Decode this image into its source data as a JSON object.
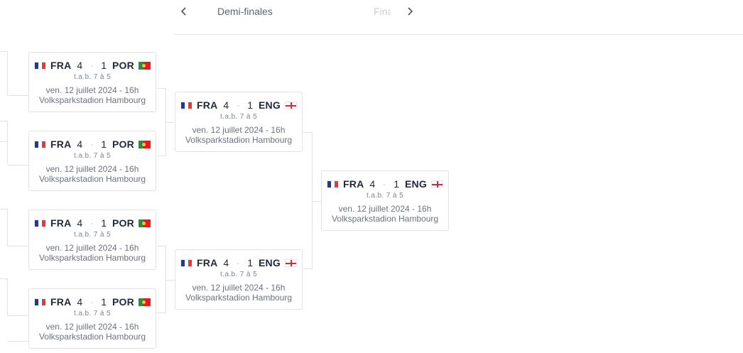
{
  "nav": {
    "prev_icon": "chevron-left-icon",
    "current_round": "Demi-finales",
    "next_round": "Finale",
    "next_icon": "chevron-right-icon"
  },
  "colors": {
    "card_border": "#dfe2e7",
    "text_muted": "#6b7280"
  },
  "matches": [
    {
      "home_code": "FRA",
      "home_flag": "france-flag-icon",
      "home_score": "4",
      "away_score": "1",
      "away_code": "POR",
      "away_flag": "portugal-flag-icon",
      "penalty": "t.a.b. 7 à 5",
      "date": "ven. 12 juillet 2024 - 16h",
      "venue": "Volksparkstadion Hambourg"
    },
    {
      "home_code": "FRA",
      "home_flag": "france-flag-icon",
      "home_score": "4",
      "away_score": "1",
      "away_code": "POR",
      "away_flag": "portugal-flag-icon",
      "penalty": "t.a.b. 7 à 5",
      "date": "ven. 12 juillet 2024 - 16h",
      "venue": "Volksparkstadion Hambourg"
    },
    {
      "home_code": "FRA",
      "home_flag": "france-flag-icon",
      "home_score": "4",
      "away_score": "1",
      "away_code": "POR",
      "away_flag": "portugal-flag-icon",
      "penalty": "t.a.b. 7 à 5",
      "date": "ven. 12 juillet 2024 - 16h",
      "venue": "Volksparkstadion Hambourg"
    },
    {
      "home_code": "FRA",
      "home_flag": "france-flag-icon",
      "home_score": "4",
      "away_score": "1",
      "away_code": "POR",
      "away_flag": "portugal-flag-icon",
      "penalty": "t.a.b. 7 à 5",
      "date": "ven. 12 juillet 2024 - 16h",
      "venue": "Volksparkstadion Hambourg"
    },
    {
      "home_code": "FRA",
      "home_flag": "france-flag-icon",
      "home_score": "4",
      "away_score": "1",
      "away_code": "ENG",
      "away_flag": "england-flag-icon",
      "penalty": "t.a.b. 7 à 5",
      "date": "ven. 12 juillet 2024 - 16h",
      "venue": "Volksparkstadion Hambourg"
    },
    {
      "home_code": "FRA",
      "home_flag": "france-flag-icon",
      "home_score": "4",
      "away_score": "1",
      "away_code": "ENG",
      "away_flag": "england-flag-icon",
      "penalty": "t.a.b. 7 à 5",
      "date": "ven. 12 juillet 2024 - 16h",
      "venue": "Volksparkstadion Hambourg"
    },
    {
      "home_code": "FRA",
      "home_flag": "france-flag-icon",
      "home_score": "4",
      "away_score": "1",
      "away_code": "ENG",
      "away_flag": "england-flag-icon",
      "penalty": "t.a.b. 7 à 5",
      "date": "ven. 12 juillet 2024 - 16h",
      "venue": "Volksparkstadion Hambourg"
    }
  ]
}
